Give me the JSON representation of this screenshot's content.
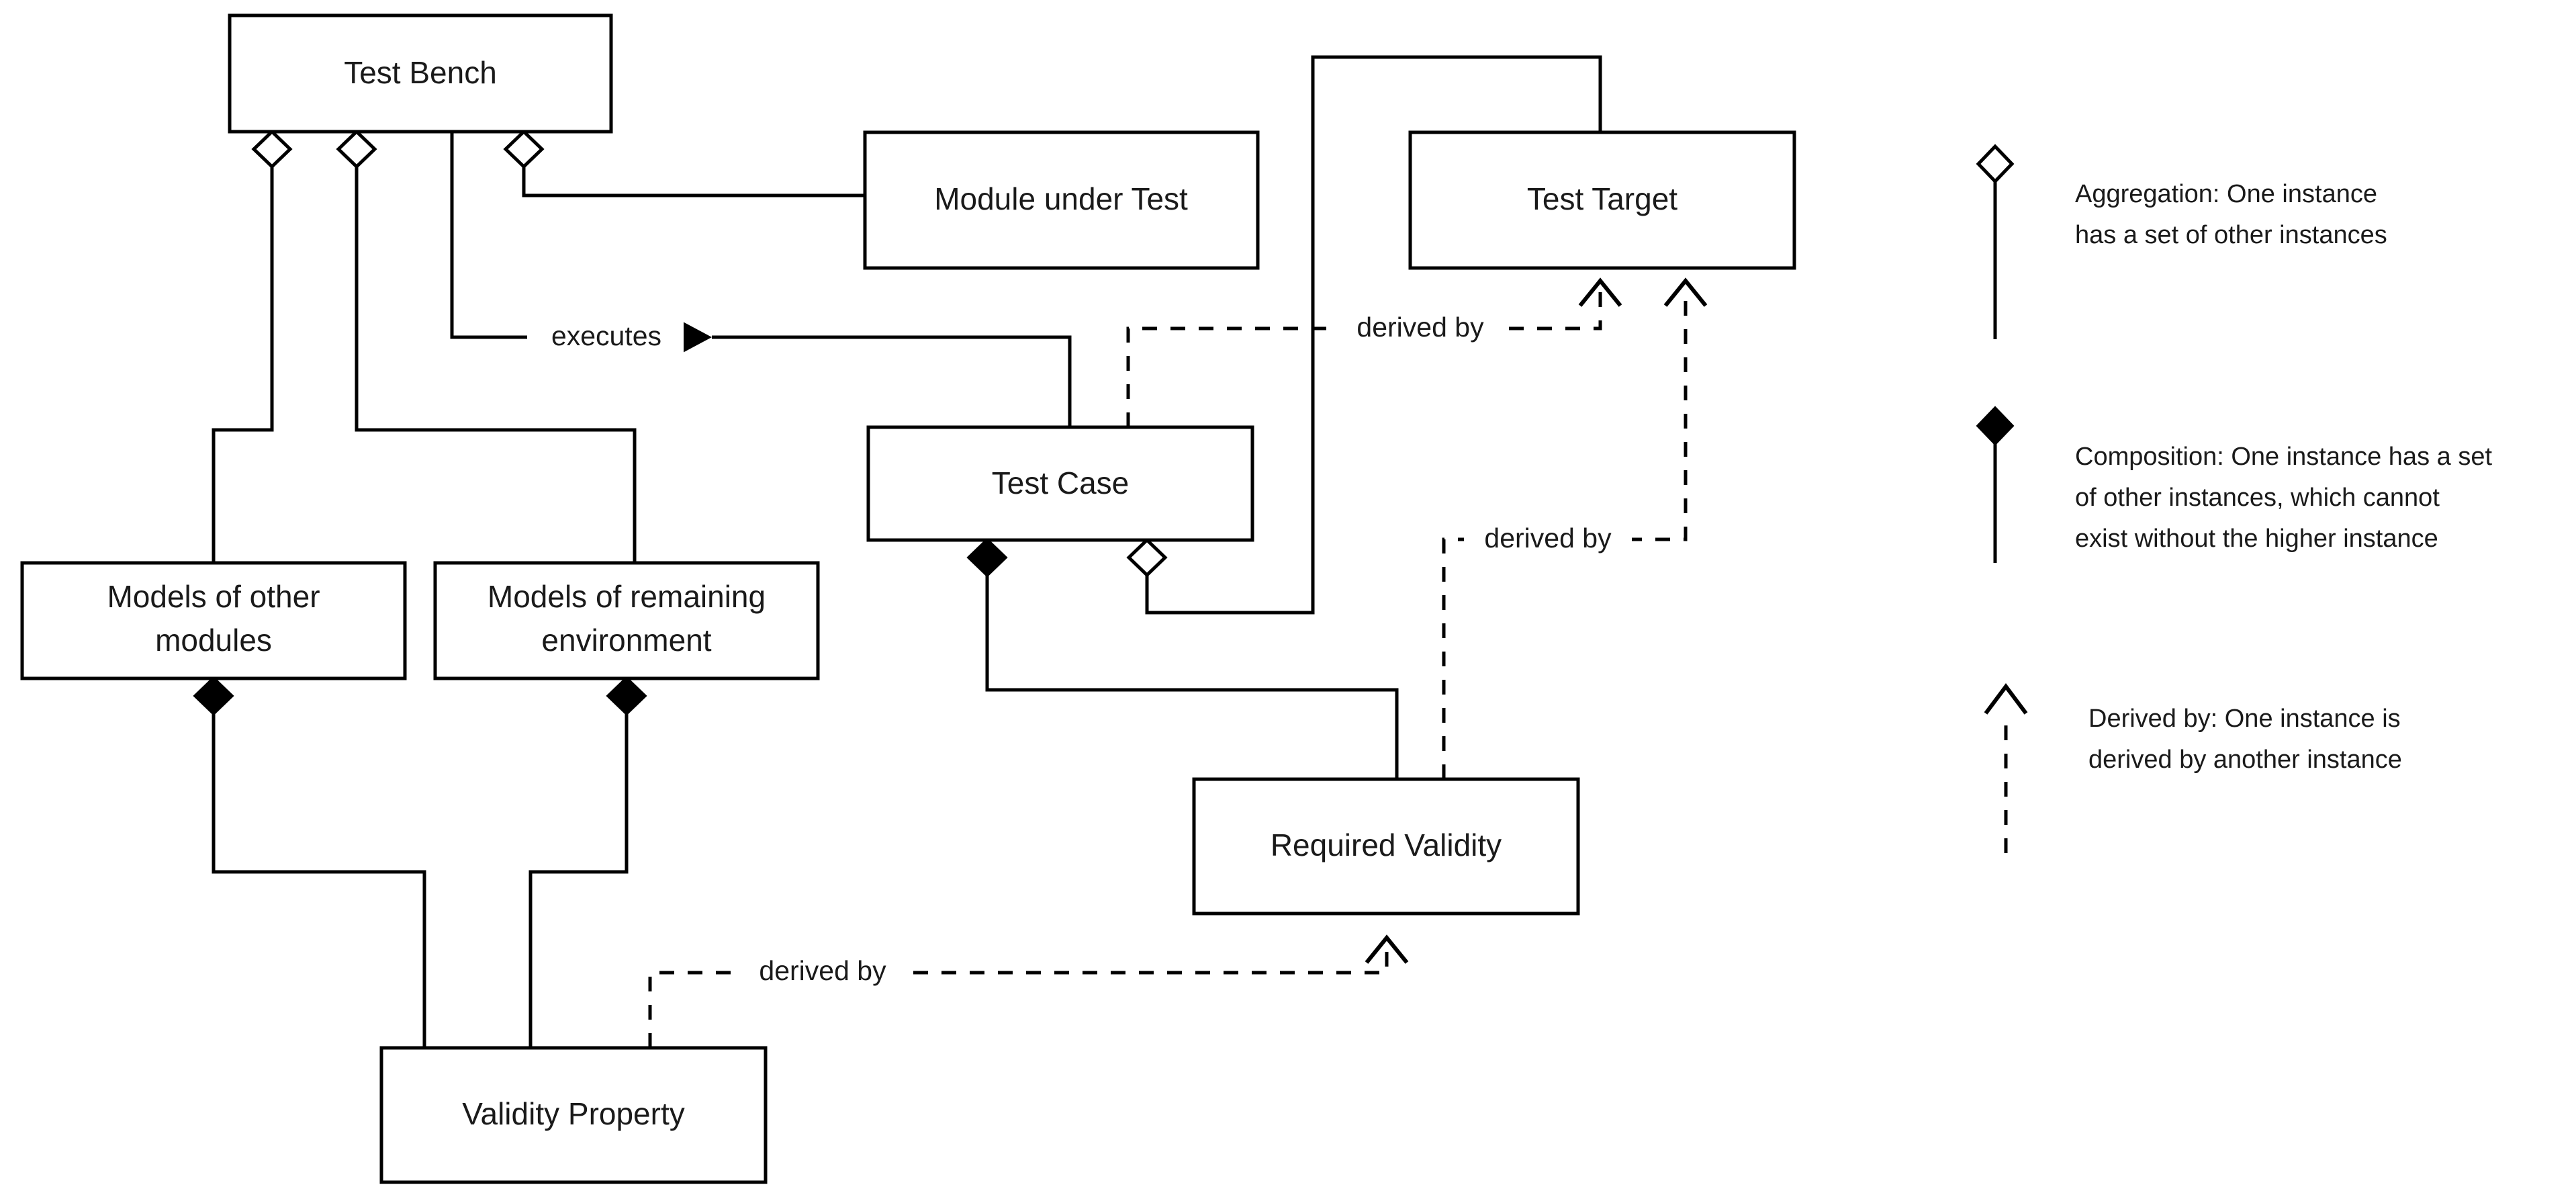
{
  "diagram": {
    "title": "Test Bench UML Composition Diagram",
    "background_color": "#ffffff",
    "line_color": "#000000",
    "text_color": "#1a1a1a",
    "nodes": [
      {
        "id": "test_bench",
        "label": "Test Bench"
      },
      {
        "id": "module_under_test",
        "label": "Module under Test"
      },
      {
        "id": "test_target",
        "label": "Test Target"
      },
      {
        "id": "test_case",
        "label": "Test Case"
      },
      {
        "id": "models_other",
        "label_line1": "Models of other",
        "label_line2": "modules"
      },
      {
        "id": "models_remaining",
        "label_line1": "Models of remaining",
        "label_line2": "environment"
      },
      {
        "id": "required_validity",
        "label": "Required Validity"
      },
      {
        "id": "validity_property",
        "label": "Validity Property"
      }
    ],
    "edge_labels": {
      "executes": "executes",
      "derived_by_1": "derived by",
      "derived_by_2": "derived by",
      "derived_by_3": "derived by"
    }
  },
  "legend": {
    "items": [
      {
        "symbol": "aggregation",
        "line1": "Aggregation: One instance",
        "line2": "has a set of other instances",
        "line3": ""
      },
      {
        "symbol": "composition",
        "line1": "Composition: One instance has a set",
        "line2": "of other instances, which cannot",
        "line3": "exist without the higher instance"
      },
      {
        "symbol": "derived-by",
        "line1": "Derived by: One instance is",
        "line2": "derived by another instance",
        "line3": ""
      }
    ]
  }
}
